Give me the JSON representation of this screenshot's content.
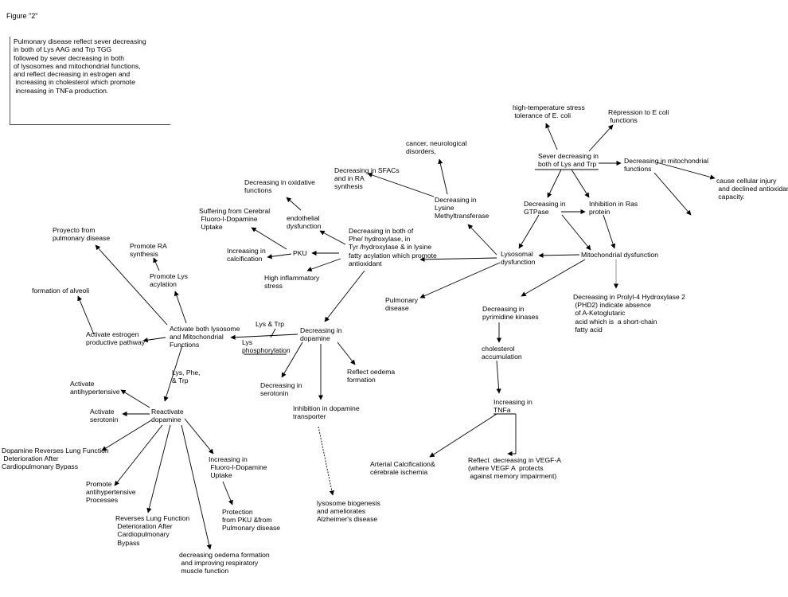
{
  "figure_label": "Figure  \"2\"",
  "caption": "Pulmonary disease reflect sever decreasing\nin both of Lys AAG and Trp TGG\nfollowed by sever decreasing in both\nof lysosomes and mitochondrial functions,\nand reflect decreasing in estrogen and\n increasing in cholesterol which promote\n increasing in TNFa production.",
  "nodes": {
    "high_temp": "high-temperature stress\n tolerance of E. coli",
    "repression_ecoli": "Répression to E coli\n functions",
    "cancer": "cancer, neurological\ndisorders,",
    "sever_decreasing": "Sever decreasing in\nboth of Lys and Trp",
    "decreasing_mito": "Decreasing in mitochondrial\nfunctions",
    "cause_injury": "cause cellular injury\n and declined antioxidant\n capacity.",
    "decreasing_sfacs": "Decreasing in SFACs\nand in RA\nsynthesis",
    "decreasing_oxidative": "Decreasing in oxidative\nfunctions",
    "decreasing_gtpase": "Decreasing in\nGTPase",
    "inhibition_ras": "Inhibition in Ras\nprotein",
    "lysine_methyl": "Decreasing in\nLysine\nMethyltransferase",
    "suffering": "Suffering from Cerebral\n Fluoro-l-Dopamine\n Uptake",
    "endothelial": "endothelial\ndysfunction",
    "phe_hydroxylase": "Decreasing in both of\nPhe/ hydroxylase, in\nTyr /hydroxylase & in lysine\nfatty acylation which promote\nantioxidant",
    "proyecto": "Proyecto from\npulmonary disease",
    "promote_ra": "Promote RA\nsynthesis",
    "increasing_calc": "Increasing in\ncalcification",
    "pku": "PKU",
    "lysosomal_dys": "Lysosomal\ndysfunction",
    "mito_dys": "Mitochondrial dysfunction",
    "promote_lys_acyl": "Promote Lys\nacylation",
    "high_inflam": "High inflammatory\nstress",
    "formation_alveoli": "formation of alveoli",
    "pulmonary_disease": "Pulmonary\ndisease",
    "prolyl": "Decreasing in Prolyl-4 Hydroxylase 2\n (PHD2) indicate absence\n of A-Ketoglutaric\n acid which is  a short-chain\n fatty acid",
    "pyrimidine": "Decreasing in\npyrimidine kinases",
    "lys_trp": "Lys & Trp",
    "activate_both": "Activate both lysosome\nand Mitochondrial\nFunctions",
    "activate_estrogen": "Activate estrogen\nproductive pathway",
    "decreasing_dopamine": "Decreasing in\ndopamine",
    "lys_phos": "Lys\nphosphorylation",
    "cholesterol": "cholesterol\naccumulation",
    "lys_phe_trp": "Lys, Phe,\n& Trp",
    "reflect_oedema": "Reflect oedema\nformation",
    "activate_antihyp": "Activate\nantihypertensive",
    "decreasing_serotonin": "Decreasing in\nserotonin",
    "increasing_tnfa": "Increasing in\nTNFa",
    "activate_serotonin": "Activate\nserotonin",
    "reactivate_dopamine": "Reactivate\ndopamine",
    "inhibition_transporter": "Inhibition in dopamine\ntransporter",
    "dopamine_reverses": "Dopamine Reverses Lung Function\n Deterioration After\nCardiopulmonary Bypass",
    "increasing_fluoro": "Increasing in\n Fluoro-l-Dopamine\n Uptake",
    "arterial": "Arterial Calcification&\ncérebrale ischemia",
    "reflect_vegf": "Reflect  decreasing in VEGF-A\n(where VEGF A  protects\n against memory impairment)",
    "promote_antihyp": "Promote\nantihypertensive\nProcesses",
    "lysosome_biogenesis": "lysosome biogenesis\nand ameliorates\nAlzheimer's disease",
    "protection_pku": "Protection\nfrom PKU &from\nPulmonary disease",
    "reverses_lung": "Reverses Lung Function\n Deterioration After\n Cardiopulmonary\n Bypass",
    "decreasing_oedema": "decreasing oedema formation\n and improving respiratory\n muscle function"
  },
  "colors": {
    "text": "#000000",
    "line": "#000000",
    "background": "#ffffff",
    "faint_line": "#777777"
  }
}
